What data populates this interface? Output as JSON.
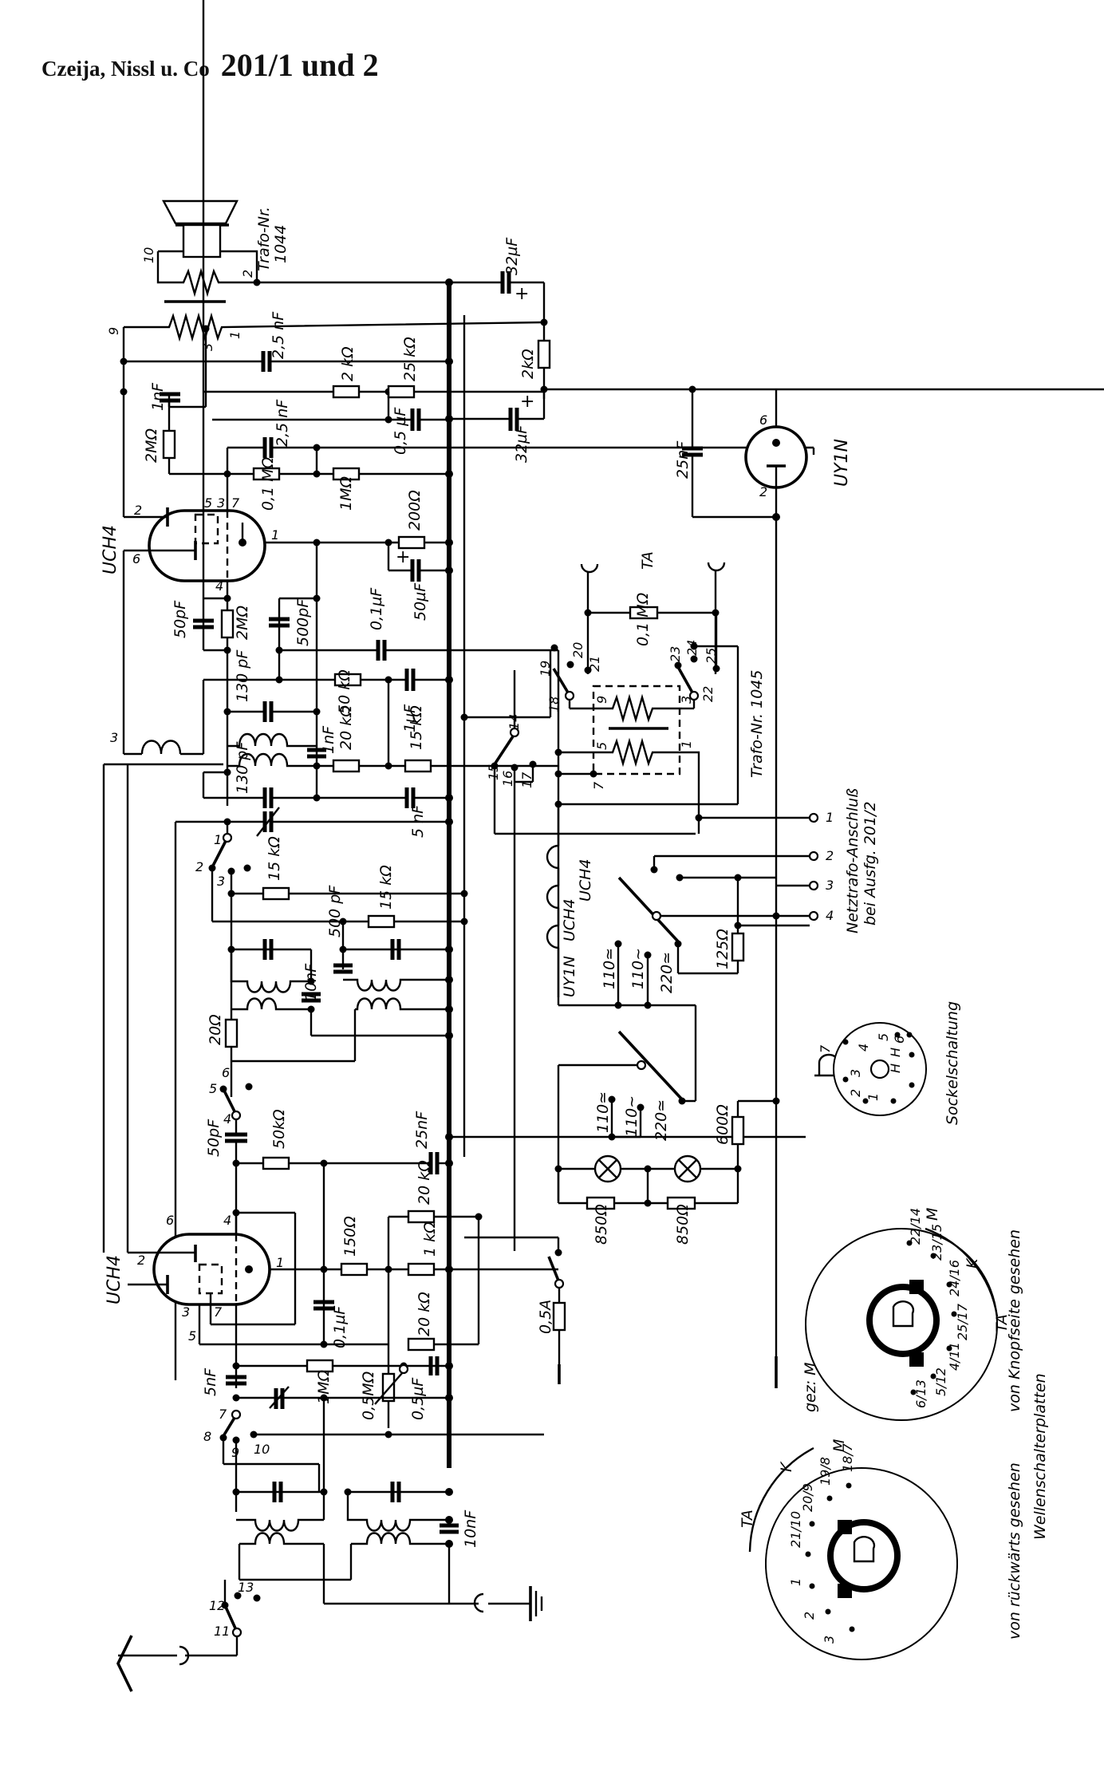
{
  "header": {
    "manufacturer": "Czeija, Nissl u. Co",
    "model": "201/1 und 2"
  },
  "transformers": {
    "output": {
      "label": "Trafo-Nr.",
      "number": "1044",
      "pins": [
        "10",
        "2",
        "9",
        "1",
        "3"
      ]
    },
    "input": {
      "label": "Trafo-Nr. 1045",
      "pins": [
        "9",
        "3",
        "5",
        "1",
        "7"
      ]
    }
  },
  "tubes": {
    "uch4_top": {
      "name": "UCH4",
      "pins": [
        "2",
        "5",
        "3",
        "7",
        "1",
        "6",
        "4"
      ]
    },
    "uch4_bottom": {
      "name": "UCH4",
      "pins": [
        "2",
        "6",
        "4",
        "1",
        "3",
        "7",
        "5"
      ]
    },
    "uy1n": {
      "name": "UY1N",
      "pins": [
        "6",
        "2"
      ]
    }
  },
  "components": {
    "c_32uf_top": "32µF",
    "c_32uf_mid": "32µF",
    "r_2k": "2kΩ",
    "c_2_5nf_a": "2,5 nF",
    "c_2_5nf_b": "2,5 nF",
    "r_2k_b": "2 kΩ",
    "r_25k": "25 kΩ",
    "c_1nf": "1nF",
    "r_2m": "2MΩ",
    "c_0_5uf": "0,5 µF",
    "r_0_1m": "0,1 MΩ",
    "r_1m": "1MΩ",
    "r_200": "200Ω",
    "c_50uf": "50µF",
    "c_25nf_top": "25nF",
    "c_50pf_top": "50pF",
    "r_2m_grid": "2MΩ",
    "c_500pf": "500pF",
    "c_0_1uf": "0,1µF",
    "c_130pf_a": "130 pF",
    "r_50k": "50 kΩ",
    "c_1uf": "1µF",
    "c_1nf_b": "1nF",
    "r_20k": "20 kΩ",
    "r_15k_a": "15 kΩ",
    "c_130pf_b": "130 pF",
    "c_5nf": "5 nF",
    "r_15k_b": "15 kΩ",
    "r_15k_c": "15 kΩ",
    "c_500pf_b": "500 pF",
    "c_10nf_a": "10nF",
    "r_20": "20Ω",
    "c_50pf_b": "50pF",
    "r_50k_b": "50kΩ",
    "c_25nf_b": "25nF",
    "r_150": "150Ω",
    "r_20k_b": "20 kΩ",
    "r_1k": "1 kΩ",
    "r_20k_c": "20 kΩ",
    "c_0_1uf_b": "0,1µF",
    "c_5nf_b": "5nF",
    "r_1m_b": "1MΩ",
    "pot_0_5m": "0,5MΩ",
    "c_0_5uf_b": "0,5µF",
    "c_10nf_b": "10nF",
    "fuse": "0,5A",
    "r_125": "125Ω",
    "r_600": "600Ω",
    "r_850_a": "850Ω",
    "r_850_b": "850Ω",
    "r_0_1m_ta": "0,1 MΩ"
  },
  "labels": {
    "ta": "TA",
    "netztrafo_line1": "Netztrafo-Anschluß",
    "netztrafo_line2": "bei Ausfg. 201/2",
    "heater_labels": [
      "UY1N",
      "UCH4",
      "UCH4"
    ],
    "voltage_top": [
      "110≃",
      "110~",
      "220≃"
    ],
    "voltage_bottom": [
      "110≃",
      "110~",
      "220≃"
    ],
    "netz_pins": [
      "1",
      "2",
      "3",
      "4"
    ],
    "switch_contacts_mid": [
      "14",
      "15",
      "16",
      "17",
      "18",
      "19",
      "20",
      "21",
      "22",
      "23",
      "24",
      "25"
    ],
    "switch_contacts_left": [
      "1",
      "2",
      "3",
      "4",
      "5",
      "6",
      "7",
      "8",
      "9",
      "10",
      "11",
      "12",
      "13"
    ],
    "sockel": "Sockelschaltung",
    "sockel_pins": [
      "1",
      "2",
      "3",
      "4",
      "5",
      "6",
      "H",
      "H"
    ],
    "sockel_symbol": "7",
    "drawn_by": "gez: M",
    "from_rear": "von rückwärts gesehen",
    "from_knob": "von Knopfseite gesehen",
    "wave_switch_plates": "Wellenschalterplatten"
  },
  "wave_switch_front": {
    "contacts": [
      "22/14",
      "23/15",
      "24/16",
      "25/17",
      "4/11",
      "5/12",
      "6/13"
    ],
    "positions": [
      "M",
      "K",
      "TA"
    ]
  },
  "wave_switch_rear": {
    "contacts": [
      "18/7",
      "19/8",
      "20/9",
      "21/10",
      "1",
      "2",
      "3"
    ],
    "positions": [
      "M",
      "K",
      "TA"
    ]
  }
}
